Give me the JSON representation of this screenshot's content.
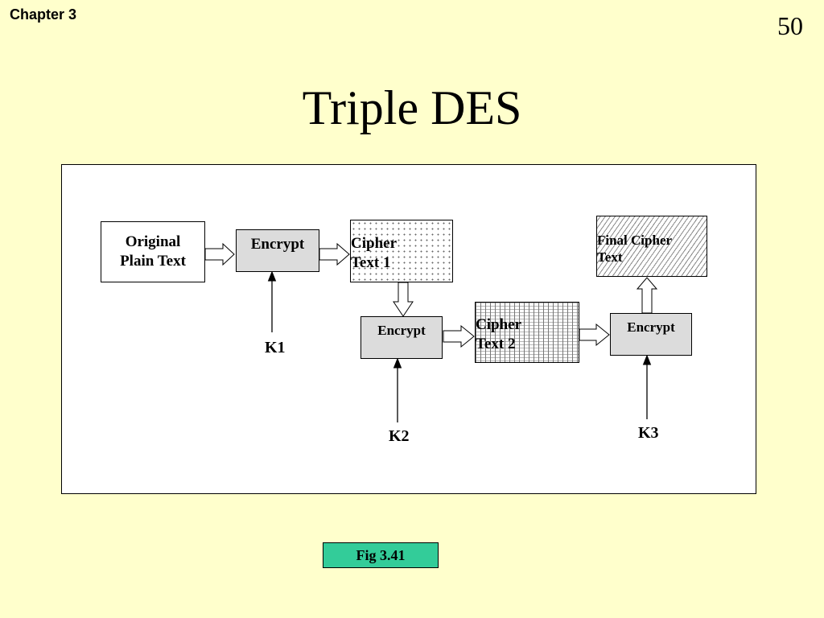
{
  "header": {
    "chapter": "Chapter 3",
    "page_number": "50",
    "title": "Triple DES"
  },
  "diagram": {
    "plaintext": [
      "Original",
      "Plain Text"
    ],
    "encrypt_labels": [
      "Encrypt",
      "Encrypt",
      "Encrypt"
    ],
    "ciphertext1": [
      "Cipher",
      "Text 1"
    ],
    "ciphertext2": [
      "Cipher",
      "Text 2"
    ],
    "final_ciphertext": [
      "Final Cipher",
      "Text"
    ],
    "keys": [
      "K1",
      "K2",
      "K3"
    ]
  },
  "caption": "Fig 3.41",
  "colors": {
    "background": "#ffffcc",
    "encrypt_fill": "#dcdcdc",
    "caption_fill": "#33cc99"
  }
}
